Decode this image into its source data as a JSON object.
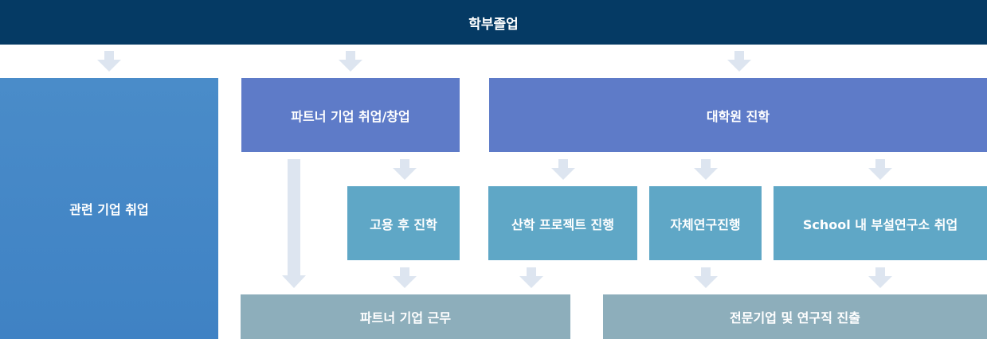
{
  "header": {
    "title": "학부졸업"
  },
  "nodes": {
    "related_employment": "관련 기업 취업",
    "partner_employment": "파트너 기업 취업/창업",
    "grad_school": "대학원 진학",
    "employment_then_grad": "고용 후 진학",
    "industry_project": "산학 프로젝트 진행",
    "self_research": "자체연구진행",
    "school_lab": "School 내 부설연구소 취업",
    "partner_work": "파트너 기업 근무",
    "specialist": "전문기업 및 연구직 진출"
  },
  "colors": {
    "header": "#053a64",
    "left_block": "#4a8cc9",
    "blue_block": "#5e7bc8",
    "teal_block": "#5fa7c6",
    "gray_block": "#8daebb",
    "arrow": "#dde5f0"
  }
}
